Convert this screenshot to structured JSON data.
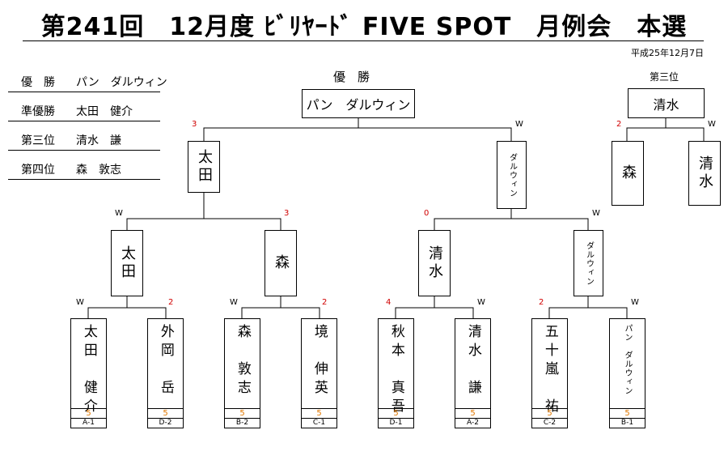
{
  "title": "第241回　12月度 ﾋﾞﾘﾔｰﾄﾞ FIVE SPOT　月例会　本選",
  "date": "平成25年12月7日",
  "results": [
    {
      "label": "優　勝",
      "name": "パン　ダルウィン"
    },
    {
      "label": "準優勝",
      "name": "太田　健介"
    },
    {
      "label": "第三位",
      "name": "清水　謙"
    },
    {
      "label": "第四位",
      "name": "森　敦志"
    }
  ],
  "champion_label": "優　勝",
  "champion": "パン　ダルウィン",
  "third_label": "第三位",
  "third": {
    "winner": "清水",
    "left": "森",
    "right": "清水",
    "left_score": "2",
    "right_mark": "W"
  },
  "semis": [
    {
      "name": "太田",
      "mark": "3"
    },
    {
      "name": "ダルウィン",
      "mark": "W"
    }
  ],
  "quarters": [
    {
      "name": "太田",
      "mark": "W"
    },
    {
      "name": "森",
      "mark": "3"
    },
    {
      "name": "清水",
      "mark": "0"
    },
    {
      "name": "ダルウィン",
      "mark": "W"
    }
  ],
  "players": [
    {
      "name": "太田　健介",
      "score": "5",
      "seed": "A-1",
      "mark": "W"
    },
    {
      "name": "外岡　岳",
      "score": "5",
      "seed": "D-2",
      "mark": "2"
    },
    {
      "name": "森　敦志",
      "score": "5",
      "seed": "B-2",
      "mark": "W"
    },
    {
      "name": "境　伸英",
      "score": "5",
      "seed": "C-1",
      "mark": "2"
    },
    {
      "name": "秋本　真吾",
      "score": "5",
      "seed": "D-1",
      "mark": "4"
    },
    {
      "name": "清水　謙",
      "score": "5",
      "seed": "A-2",
      "mark": "W"
    },
    {
      "name": "五十嵐　祐",
      "score": "5",
      "seed": "C-2",
      "mark": "2"
    },
    {
      "name": "パン　ダルウィン",
      "score": "5",
      "seed": "B-1",
      "mark": "W"
    }
  ],
  "colors": {
    "score": "#e07800",
    "loss_mark": "#d00000",
    "line": "#000000"
  }
}
